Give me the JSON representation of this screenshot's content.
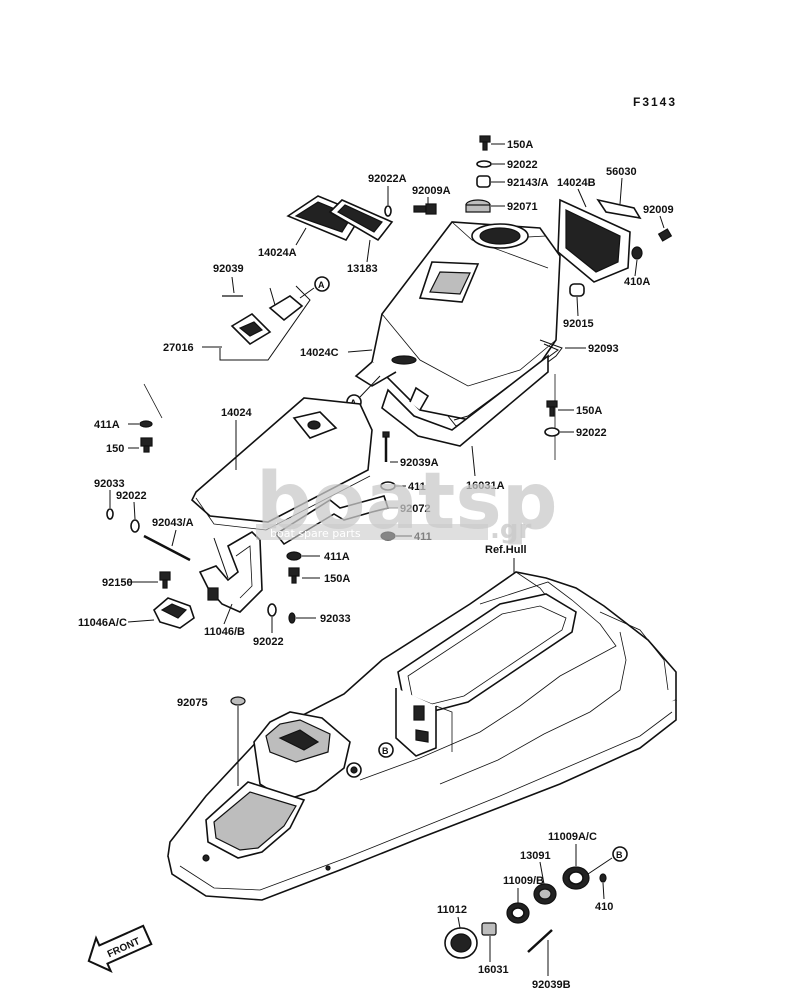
{
  "figure_code": "F3143",
  "watermark": {
    "brand": "boatsp",
    "domain": ".gr",
    "tagline": "boat spare parts"
  },
  "callouts": [
    "A",
    "B"
  ],
  "labels": {
    "p150A_top": "150A",
    "p92022_top": "92022",
    "p92143A": "92143/A",
    "p92071": "92071",
    "p14024B": "14024B",
    "p56030": "56030",
    "p92009": "92009",
    "p410A": "410A",
    "p92022A": "92022A",
    "p92009A": "92009A",
    "p14024A": "14024A",
    "p13183": "13183",
    "p92039": "92039",
    "p27016": "27016",
    "p14024C": "14024C",
    "p92015": "92015",
    "p92093": "92093",
    "p150A_mid": "150A",
    "p92022_mid": "92022",
    "p411A_left": "411A",
    "p150_left": "150",
    "p14024": "14024",
    "p92039A": "92039A",
    "p411_a": "411",
    "p16031A": "16031A",
    "p92072": "92072",
    "p411_b": "411",
    "p92033_left": "92033",
    "p92022_left": "92022",
    "p92043A": "92043/A",
    "p411A_mid": "411A",
    "p150A_low": "150A",
    "p92150": "92150",
    "p11046AC": "11046A/C",
    "p11046B": "11046/B",
    "p92022_low": "92022",
    "p92033_low": "92033",
    "ref_hull": "Ref.Hull",
    "p92075": "92075",
    "p11009AC": "11009A/C",
    "p13091": "13091",
    "p11009B": "11009/B",
    "p11012": "11012",
    "p410": "410",
    "p16031": "16031",
    "p92039B": "92039B",
    "front": "FRONT"
  }
}
